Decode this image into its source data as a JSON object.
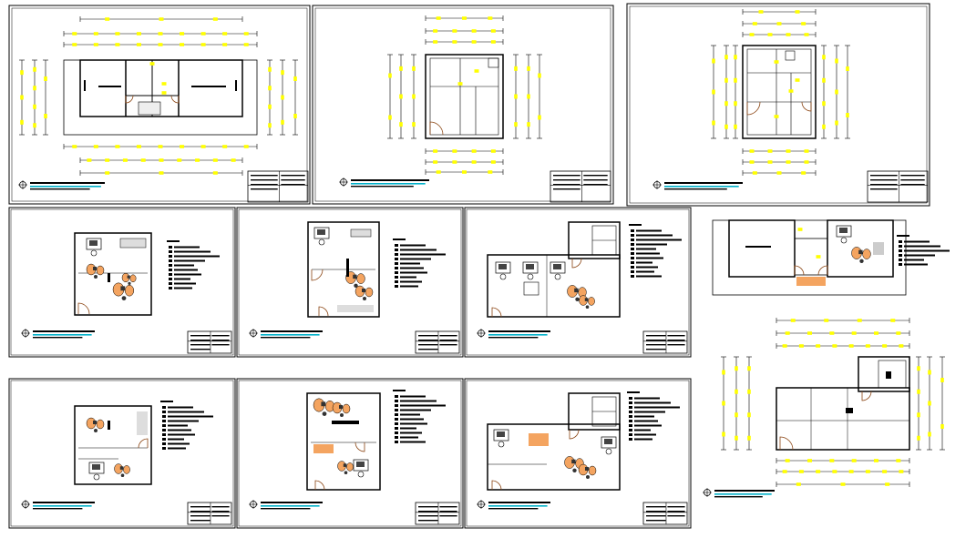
{
  "drawing": {
    "background": "#ffffff",
    "line_color": "#000000",
    "dimension_marker_color": "#ffff00",
    "furniture_color": "#f4a460",
    "title_underline_color": "#00b0c8",
    "sheet_count": 10,
    "detached_plan_count": 2,
    "sheet_types": [
      "dimension-plan",
      "dimension-plan",
      "dimension-plan",
      "furniture-plan",
      "furniture-plan",
      "furniture-plan",
      "furniture-plan",
      "furniture-plan",
      "furniture-plan"
    ],
    "visible_text": []
  }
}
